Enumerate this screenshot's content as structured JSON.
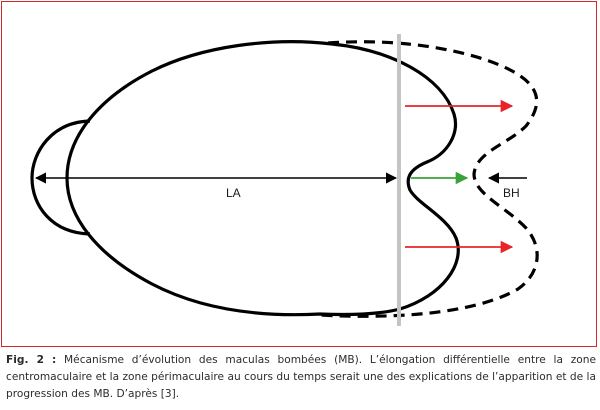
{
  "figure": {
    "label_la": "LA",
    "label_bh": "BH"
  },
  "caption": {
    "label": "Fig. 2 :",
    "text": "Mécanisme d’évolution des maculas bombées (MB). L’élongation différentielle entre la zone centromaculaire et la zone périmaculaire au cours du temps serait une des explications de l’apparition et de la progression des MB. D’après [3]."
  },
  "colors": {
    "frame": "#d9262b",
    "red_arrow": "#e8242a",
    "green_arrow": "#3aa23a",
    "divider": "#c4c4c4",
    "outline": "#000000"
  }
}
